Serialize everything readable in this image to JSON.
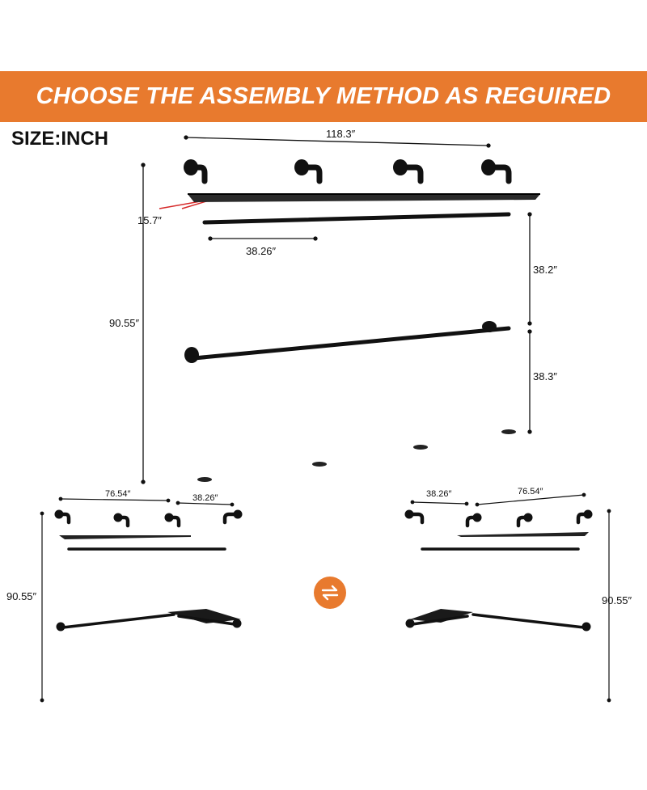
{
  "banner": {
    "title": "CHOOSE THE ASSEMBLY METHOD AS REGUIRED"
  },
  "size_label": "SIZE:INCH",
  "main_diagram": {
    "width": "118.3″",
    "depth": "15.7″",
    "section": "38.26″",
    "height": "90.55″",
    "upper_gap": "38.2″",
    "lower_gap": "38.3″"
  },
  "left_diagram": {
    "width_long": "76.54″",
    "width_short": "38.26″",
    "height": "90.55″"
  },
  "right_diagram": {
    "width_short": "38.26″",
    "width_long": "76.54″",
    "height": "90.55″"
  },
  "colors": {
    "accent": "#e87a2e",
    "pipe": "#1a1a1a",
    "depth_marker": "#d62a2a"
  },
  "icons": {
    "swap": "swap-arrows-icon"
  }
}
